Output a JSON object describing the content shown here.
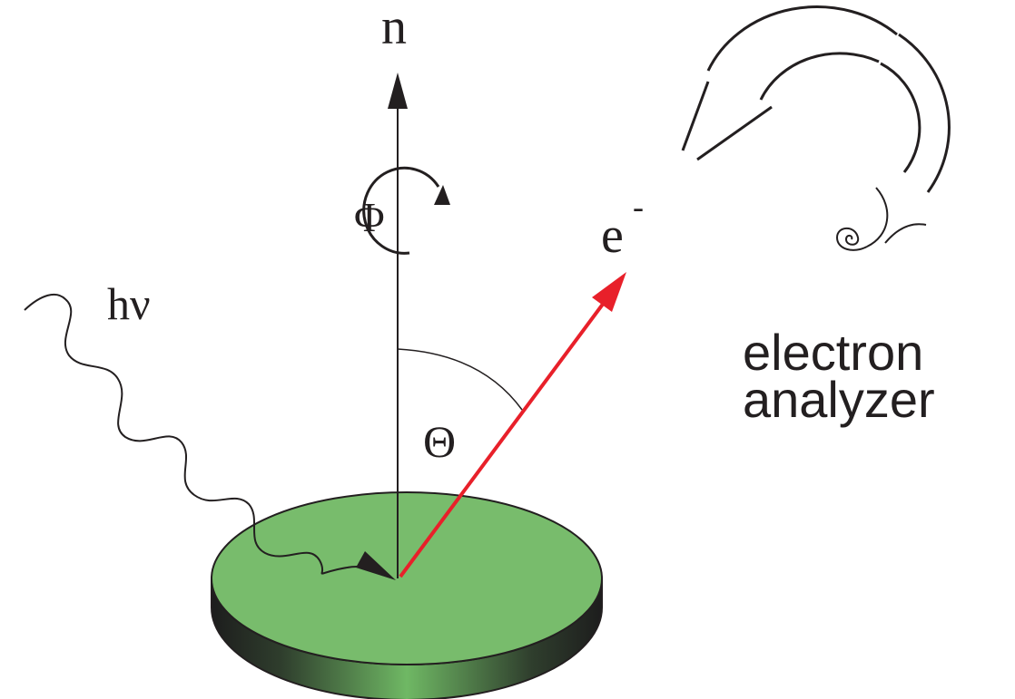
{
  "labels": {
    "normal": "n",
    "azimuth": "Φ",
    "photon": "hν",
    "electron_base": "e",
    "electron_charge": "-",
    "polar": "Θ",
    "analyzer_line1": "electron",
    "analyzer_line2": "analyzer"
  },
  "colors": {
    "sample_top": "#78bc6c",
    "sample_side_dark": "#1d1d1d",
    "sample_side_light": "#6fb864",
    "electron_arrow": "#e8202a",
    "line": "#231f20"
  },
  "icons": {
    "azimuth_rotation": "circular-arrow-icon",
    "analyzer": "hemispherical-analyzer-icon",
    "detector": "spiral-detector-icon"
  }
}
